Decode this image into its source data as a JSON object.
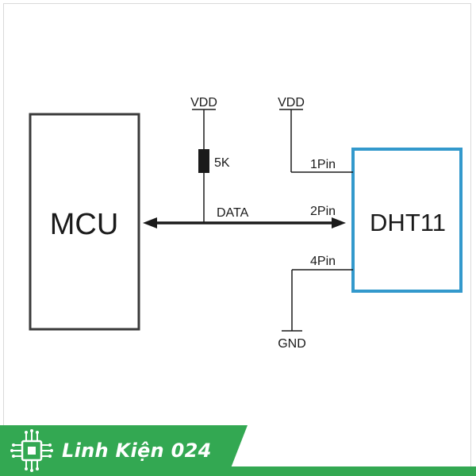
{
  "diagram": {
    "mcu_label": "MCU",
    "sensor_label": "DHT11",
    "vdd_left": "VDD",
    "vdd_right": "VDD",
    "resistor_label": "5K",
    "data_label": "DATA",
    "pin1_label": "1Pin",
    "pin2_label": "2Pin",
    "pin4_label": "4Pin",
    "gnd_label": "GND",
    "sensor_border_color": "#3399cc",
    "line_color": "#1a1a1a"
  },
  "brand": {
    "name": "Linh Kiện 024",
    "background_color": "#33a852",
    "logo_icon": "chip-icon"
  }
}
